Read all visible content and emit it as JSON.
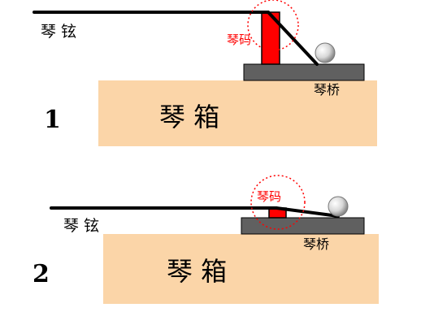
{
  "panels": [
    {
      "number": "1",
      "string_label": "琴 铉",
      "bridge_label": "琴码",
      "tailpiece_label": "琴桥",
      "box_label": "琴 箱"
    },
    {
      "number": "2",
      "string_label": "琴 铉",
      "bridge_label": "琴码",
      "tailpiece_label": "琴桥",
      "box_label": "琴 箱"
    }
  ],
  "colors": {
    "box": "#fbd5a8",
    "base": "#606060",
    "bridge": "#ff0000",
    "string": "#000000",
    "highlight_circle": "#ff0000",
    "label_red": "#ff0000"
  }
}
